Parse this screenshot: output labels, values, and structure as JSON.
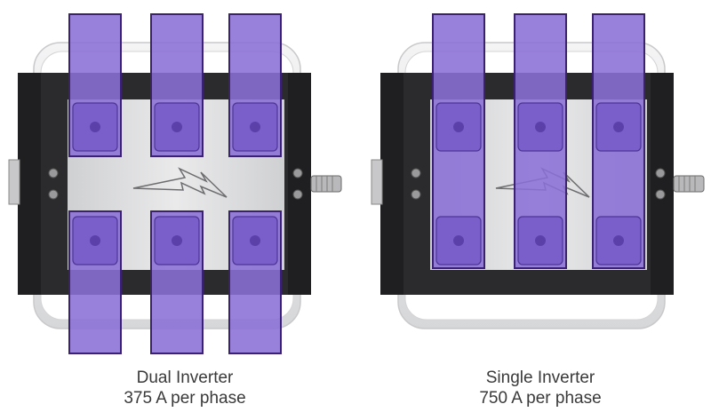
{
  "panels": [
    {
      "id": "dual",
      "caption_line1": "Dual Inverter",
      "caption_line2": "375 A per phase"
    },
    {
      "id": "single",
      "caption_line1": "Single Inverter",
      "caption_line2": "750 A per phase"
    }
  ],
  "colors": {
    "bus_bar_fill": "#8a6fd6",
    "bus_bar_stroke": "#3b2270",
    "frame_dark": "#2b2b2d",
    "housing": "#e9e9ea",
    "plate": "#dedfe0",
    "caption": "#3a3a3a"
  }
}
